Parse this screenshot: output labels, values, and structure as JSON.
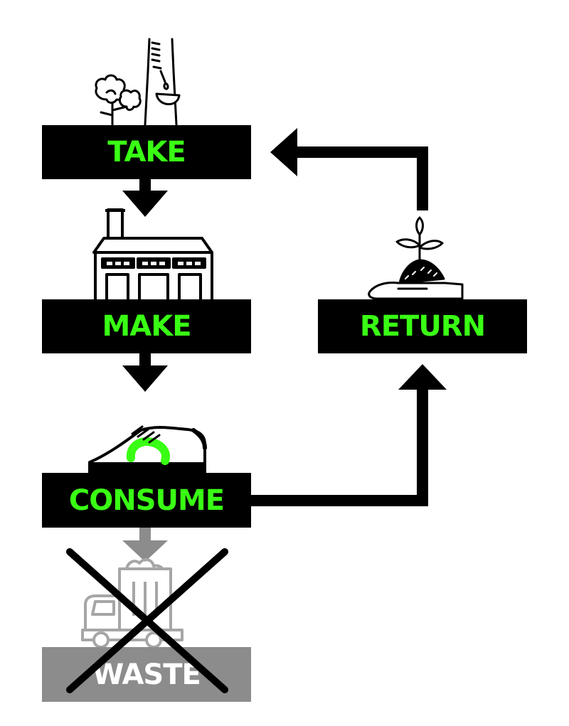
{
  "steps": {
    "take": "TAKE",
    "make": "MAKE",
    "consume": "CONSUME",
    "return": "RETURN",
    "waste": "WASTE"
  },
  "colors": {
    "box": "#000000",
    "label": "#39ff14",
    "waste_box": "#8c8c8c",
    "waste_label": "#ffffff",
    "arrow": "#000000",
    "waste_arrow": "#8c8c8c"
  },
  "icons": {
    "take": [
      "cotton-plant-icon",
      "rubber-tree-tap-icon"
    ],
    "make": "factory-icon",
    "consume": "sneaker-icon",
    "return": "plant-in-hand-icon",
    "waste": "garbage-truck-icon",
    "crossed": "cross-out-icon"
  }
}
